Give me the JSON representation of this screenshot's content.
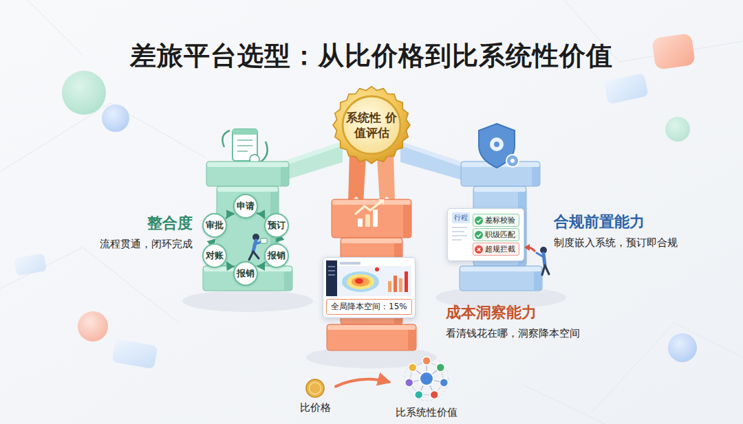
{
  "diagram": {
    "title": "差旅平台选型：从比价格到比系统性价值",
    "nodes": [
      {
        "text": [
          "系统性 价值评估"
        ]
      },
      {
        "text": [
          "整合度",
          "流程贯通，闭环完成"
        ]
      },
      {
        "text": [
          "申请"
        ],
        "in": 1
      },
      {
        "text": [
          "预订"
        ],
        "in": 1
      },
      {
        "text": [
          "报销"
        ],
        "in": 1
      },
      {
        "text": [
          "报销"
        ],
        "in": 1
      },
      {
        "text": [
          "对账"
        ],
        "in": 1
      },
      {
        "text": [
          "审批"
        ],
        "in": 1
      },
      {
        "text": [
          "成本洞察能力",
          "看清钱花在哪，洞察降本空间"
        ]
      },
      {
        "text": [
          "全局降本空间：15%"
        ],
        "in": 8
      },
      {
        "text": [
          "合规前置能力",
          "制度嵌入系统，预订即合规"
        ]
      },
      {
        "text": [
          "行程"
        ],
        "in": 10
      },
      {
        "text": [
          "差标校验"
        ],
        "in": 11
      },
      {
        "text": [
          "职级匹配"
        ],
        "in": 11
      },
      {
        "text": [
          "超规拦截"
        ],
        "in": 11
      },
      {
        "text": [
          "比价格"
        ]
      },
      {
        "text": [
          "比系统性价值"
        ]
      }
    ],
    "edges": [
      {
        "from": 2,
        "to": 3,
        "arrow": "to"
      },
      {
        "from": 3,
        "to": 4,
        "arrow": "to"
      },
      {
        "from": 4,
        "to": 5,
        "arrow": "to"
      },
      {
        "from": 5,
        "to": 6,
        "arrow": "to"
      },
      {
        "from": 6,
        "to": 7,
        "arrow": "to"
      },
      {
        "from": 7,
        "to": 2,
        "arrow": "to"
      },
      {
        "from": 15,
        "to": 16,
        "arrow": "to"
      }
    ]
  }
}
